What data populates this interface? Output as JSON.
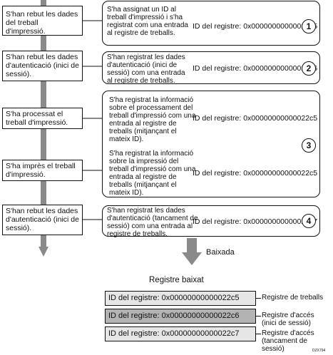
{
  "steps": [
    {
      "text": "S'han rebut les dades del treball d'impressió."
    },
    {
      "text": "S'han rebut les dades d'autenticació (inici de sessió)."
    },
    {
      "text": "S'ha processat el treball d'impressió."
    },
    {
      "text": "S'ha imprès el treball d'impressió."
    },
    {
      "text": "S'han rebut les dades d'autenticació (inici de sessió)."
    }
  ],
  "callouts": [
    {
      "number": "1",
      "entries": [
        {
          "desc": "S'ha assignat un ID al treball d'impressió i s'ha registrat com una entrada al registre de treballs.",
          "id": "ID del registre: 0x00000000000022c5"
        }
      ]
    },
    {
      "number": "2",
      "entries": [
        {
          "desc": "S'han registrat les dades d'autenticació (inici de sessió) com una entrada al registre de treballs.",
          "id": "ID del registre: 0x00000000000022c6"
        }
      ]
    },
    {
      "number": "3",
      "entries": [
        {
          "desc": "S'ha registrat la informació sobre el processament del treball d'impressió com una entrada al registre de treballs (mitjançant el mateix ID).",
          "id": "ID del registre: 0x00000000000022c5"
        },
        {
          "desc": "S'ha registrat la informació sobre la impressió del treball d'impressió com una entrada al registre de treballs (mitjançant el mateix ID).",
          "id": "ID del registre: 0x00000000000022c5"
        }
      ]
    },
    {
      "number": "4",
      "entries": [
        {
          "desc": "S'han registrat les dades d'autenticació (tancament de sessió) com una entrada al registre de treballs.",
          "id": "ID del registre: 0x00000000000022c7"
        }
      ]
    }
  ],
  "download_label": "Baixada",
  "downloaded_title": "Registre baixat",
  "registry_rows": [
    {
      "id": "ID del registre: 0x00000000000022c5",
      "label": "Registre de treballs",
      "fill": "#e6e6e6"
    },
    {
      "id": "ID del registre: 0x00000000000022c6",
      "label": "Registre d'accés (inici de sessió)",
      "fill": "#b3b3b3"
    },
    {
      "id": "ID del registre: 0x00000000000022c7",
      "label": "Registre d'accés (tancament de sessió)",
      "fill": "#e6e6e6"
    }
  ],
  "figure_code": "DZX794",
  "colors": {
    "arrow": "#8a8a8a",
    "line": "#111111"
  }
}
